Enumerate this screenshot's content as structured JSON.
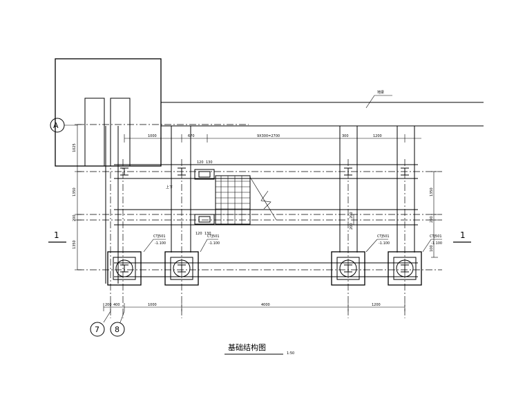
{
  "drawing": {
    "title": "基础结构图",
    "scale": "1:50",
    "section_marks": [
      "1",
      "1"
    ],
    "axes": {
      "a": "A",
      "seven": "7",
      "eight": "8"
    },
    "labels": {
      "ground_note": "地梁",
      "updown": "上下"
    },
    "dims_top": [
      "1000",
      "670",
      "9X300=2700",
      "300",
      "1200"
    ],
    "dims_left": [
      "1025",
      "1350",
      "200",
      "1350"
    ],
    "dims_right": [
      "1350",
      "200",
      "100"
    ],
    "dims_bottom": [
      "200",
      "400",
      "1000",
      "4000",
      "1200"
    ],
    "dims_inner_left": [
      "120",
      "130",
      "120",
      "130"
    ],
    "dims_inner_right": [
      "200",
      "200"
    ],
    "footing_labels": [
      {
        "code": "CTJ501",
        "elev": "-1.100"
      },
      {
        "code": "CTJ501",
        "elev": "-1.100"
      },
      {
        "code": "CTJ501",
        "elev": "-1.100"
      },
      {
        "code": "CTJ501",
        "elev": "-1.100"
      }
    ]
  }
}
